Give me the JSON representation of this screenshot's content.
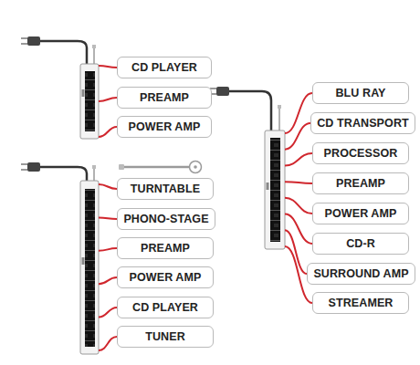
{
  "diagram": {
    "nodes": [
      {
        "text": [
          "CD PLAYER"
        ]
      },
      {
        "text": [
          "PREAMP"
        ]
      },
      {
        "text": [
          "POWER AMP"
        ]
      },
      {
        "text": [
          "BLU RAY"
        ]
      },
      {
        "text": [
          "CD TRANSPORT"
        ]
      },
      {
        "text": [
          "PROCESSOR"
        ]
      },
      {
        "text": [
          "PREAMP"
        ]
      },
      {
        "text": [
          "POWER AMP"
        ]
      },
      {
        "text": [
          "CD-R"
        ]
      },
      {
        "text": [
          "SURROUND AMP"
        ]
      },
      {
        "text": [
          "STREAMER"
        ]
      },
      {
        "text": [
          "TURNTABLE"
        ]
      },
      {
        "text": [
          "PHONO-STAGE"
        ]
      },
      {
        "text": [
          "PREAMP"
        ]
      },
      {
        "text": [
          "POWER AMP"
        ]
      },
      {
        "text": [
          "CD PLAYER"
        ]
      },
      {
        "text": [
          "TUNER"
        ]
      }
    ]
  }
}
